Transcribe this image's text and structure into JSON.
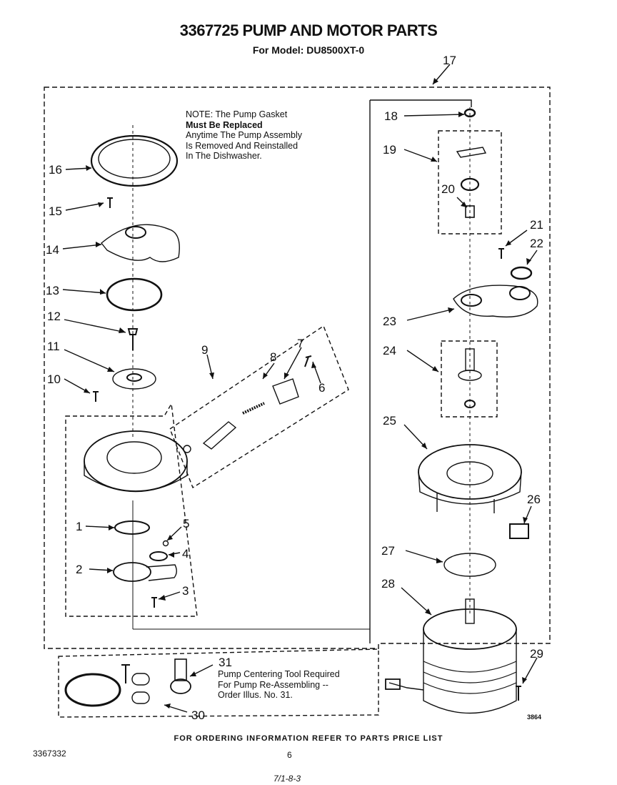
{
  "header": {
    "title": "3367725 PUMP AND MOTOR PARTS",
    "subtitle": "For Model: DU8500XT-0"
  },
  "note": {
    "line1": "NOTE: The Pump Gasket",
    "line2": "Must Be Replaced",
    "line3": "Anytime The Pump Assembly",
    "line4": "Is Removed And Reinstalled",
    "line5": "In The Dishwasher."
  },
  "tool_note": {
    "line1": "Pump Centering Tool Required",
    "line2": "For Pump Re-Assembling --",
    "line3": "Order Illus. No. 31."
  },
  "callouts": {
    "c1": "1",
    "c2": "2",
    "c3": "3",
    "c4": "4",
    "c5": "5",
    "c6": "6",
    "c7": "7",
    "c8": "8",
    "c9": "9",
    "c10": "10",
    "c11": "11",
    "c12": "12",
    "c13": "13",
    "c14": "14",
    "c15": "15",
    "c16": "16",
    "c17": "17",
    "c18": "18",
    "c19": "19",
    "c20": "20",
    "c21": "21",
    "c22": "22",
    "c23": "23",
    "c24": "24",
    "c25": "25",
    "c26": "26",
    "c27": "27",
    "c28": "28",
    "c29": "29",
    "c30": "30",
    "c31": "31"
  },
  "footer": {
    "ordering": "FOR ORDERING INFORMATION REFER TO PARTS PRICE LIST",
    "doc_number": "3367332",
    "page": "6",
    "hand_note": "7/1-8-3",
    "diagram_code": "3864"
  }
}
